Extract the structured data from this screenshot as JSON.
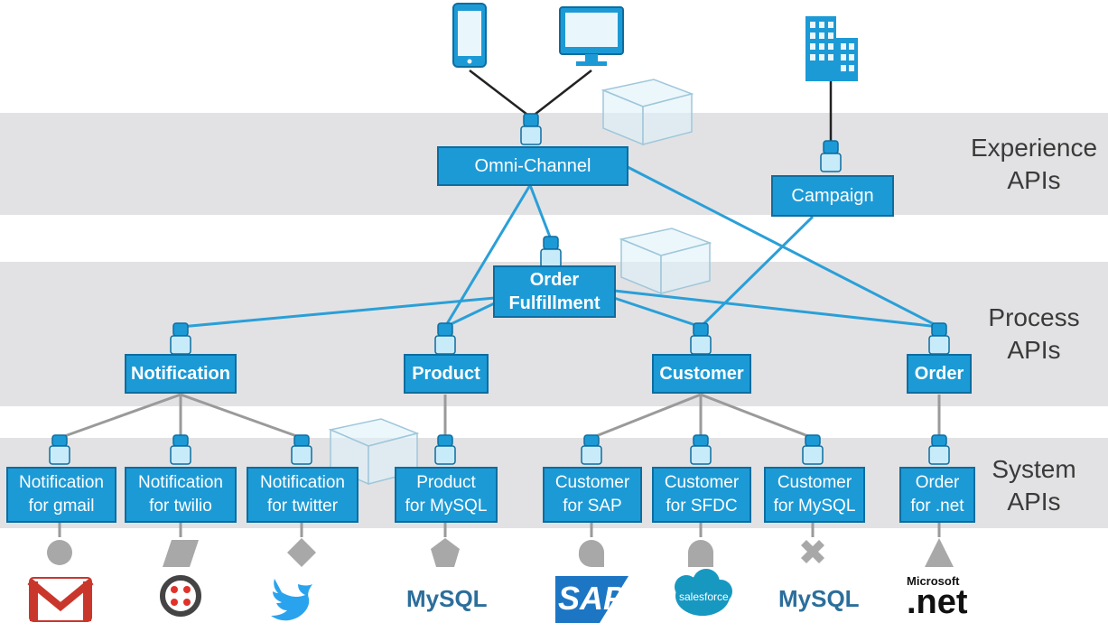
{
  "layers": {
    "experience": "Experience\nAPIs",
    "process": "Process\nAPIs",
    "system": "System\nAPIs"
  },
  "experience_nodes": {
    "omni_channel": "Omni-Channel",
    "campaign": "Campaign"
  },
  "process_nodes": {
    "order_fulfillment": "Order\nFulfillment",
    "notification": "Notification",
    "product": "Product",
    "customer": "Customer",
    "order": "Order"
  },
  "system_nodes": {
    "notification_gmail": "Notification\nfor gmail",
    "notification_twilio": "Notification\nfor twilio",
    "notification_twitter": "Notification\nfor twitter",
    "product_mysql": "Product\nfor MySQL",
    "customer_sap": "Customer\nfor SAP",
    "customer_sfdc": "Customer\nfor SFDC",
    "customer_mysql": "Customer\nfor MySQL",
    "order_net": "Order\nfor .net"
  },
  "logos": {
    "mysql": "MySQL",
    "sap": "SAP",
    "salesforce": "salesforce",
    "microsoft": "Microsoft",
    "dotnet": ".net"
  },
  "colors": {
    "node_fill": "#1c9ad6",
    "node_border": "#0d6d9f",
    "band": "#e2e2e4",
    "connector_blue": "#2a9fd8",
    "connector_gray": "#9a9a9a"
  },
  "icons": [
    "smartphone-icon",
    "desktop-icon",
    "office-building-icon",
    "cube-icon",
    "gmail-logo",
    "twilio-logo",
    "twitter-logo",
    "mysql-logo",
    "sap-logo",
    "salesforce-logo",
    "dotnet-logo"
  ]
}
